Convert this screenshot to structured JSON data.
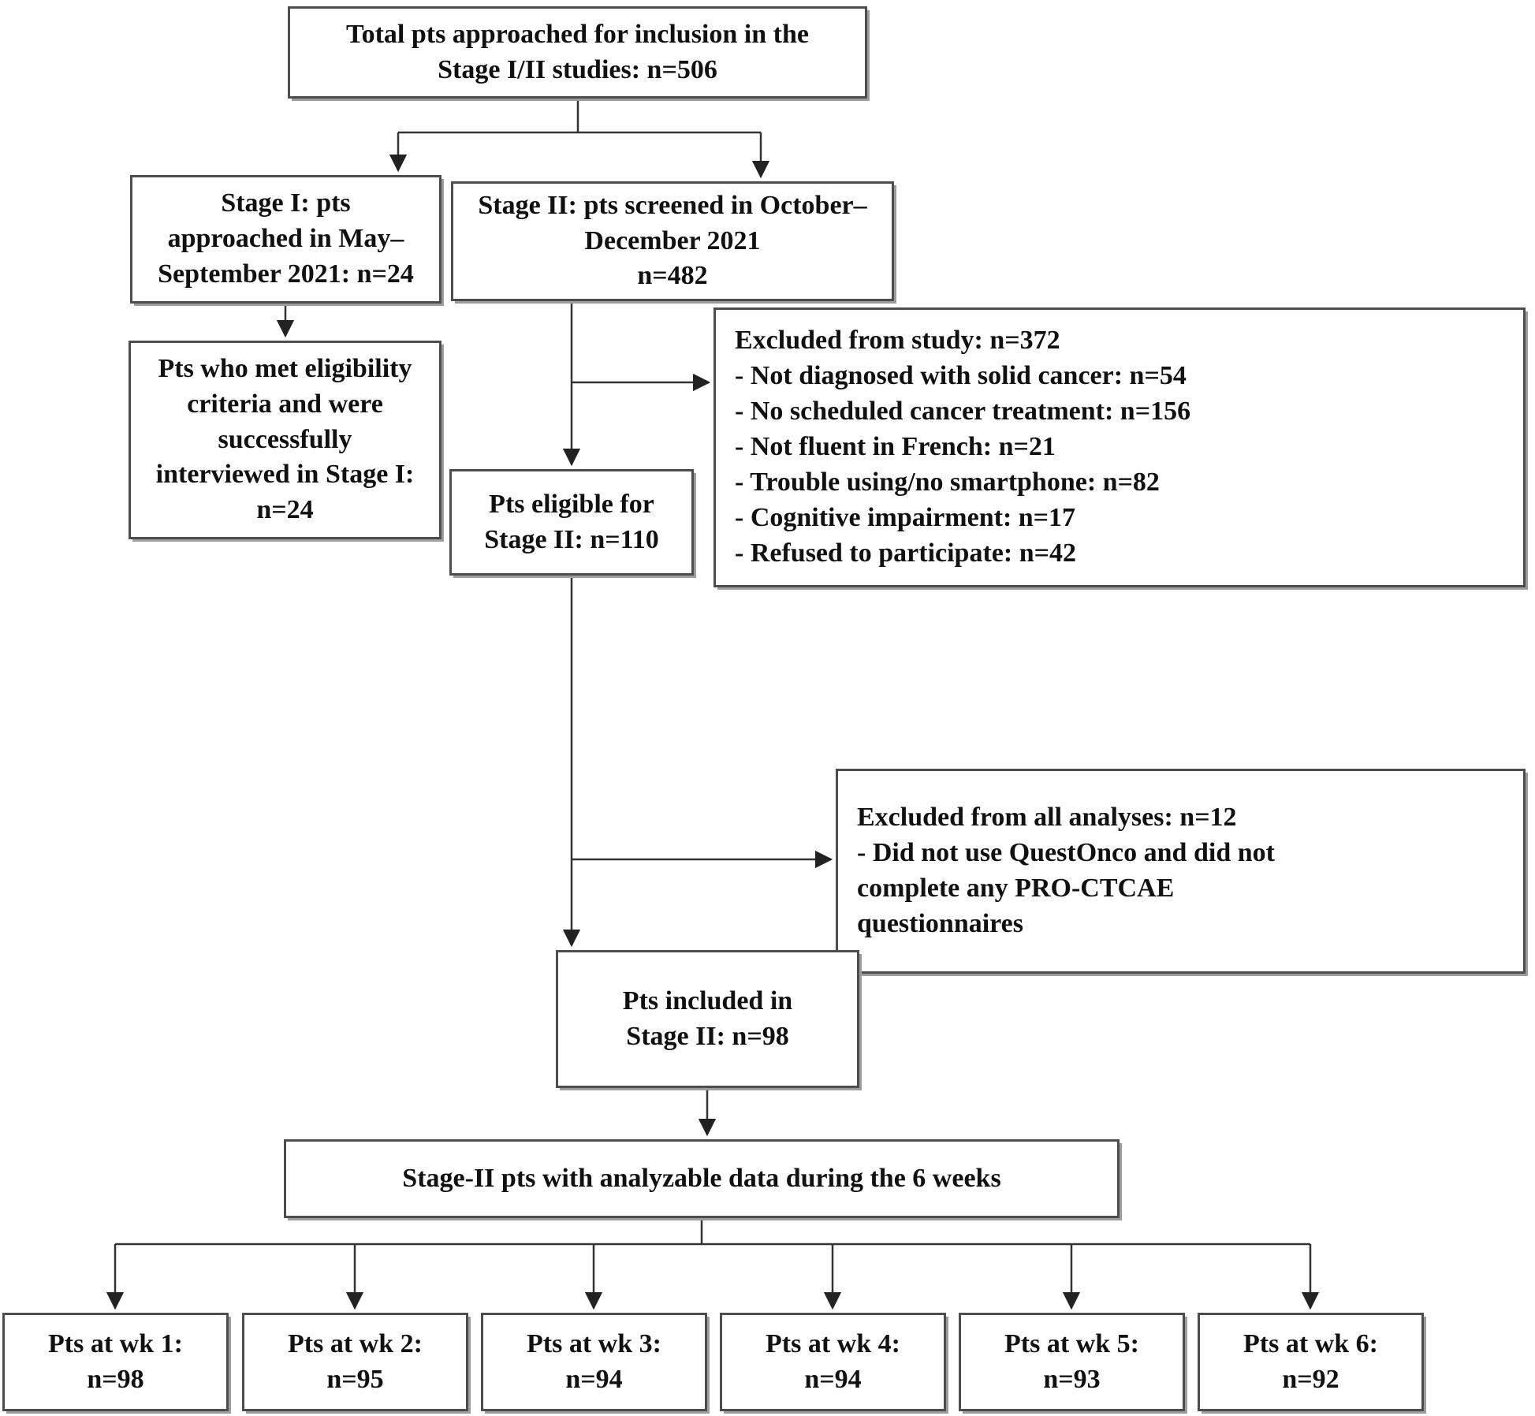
{
  "flowchart": {
    "total": {
      "lines": [
        "Total pts approached for inclusion in the",
        "Stage I/II studies: n=506"
      ]
    },
    "stage1": {
      "lines": [
        "Stage I: pts",
        "approached in May–",
        "September 2021: n=24"
      ]
    },
    "stage2": {
      "lines": [
        "Stage II: pts screened in October–",
        "December 2021",
        "n=482"
      ]
    },
    "met_eligibility": {
      "lines": [
        "Pts who met eligibility",
        "criteria and were",
        "successfully",
        "interviewed in Stage I:",
        "n=24"
      ]
    },
    "excluded_study": {
      "lines": [
        "Excluded from study: n=372",
        "- Not diagnosed with solid cancer: n=54",
        "- No scheduled cancer treatment: n=156",
        "- Not fluent in French: n=21",
        "- Trouble using/no smartphone: n=82",
        "- Cognitive impairment: n=17",
        "- Refused to participate: n=42"
      ]
    },
    "eligible_stage2": {
      "lines": [
        "Pts eligible for",
        "Stage II: n=110"
      ]
    },
    "excluded_analyses": {
      "lines": [
        "Excluded from all analyses: n=12",
        "- Did not use QuestOnco and did not",
        "complete any PRO-CTCAE",
        "questionnaires"
      ]
    },
    "included_stage2": {
      "lines": [
        "Pts included in",
        "Stage II: n=98"
      ]
    },
    "analyzable": {
      "lines": [
        "Stage-II pts with analyzable data during the 6 weeks"
      ]
    },
    "weeks": [
      {
        "lines": [
          "Pts at wk 1:",
          "n=98"
        ]
      },
      {
        "lines": [
          "Pts at wk 2:",
          "n=95"
        ]
      },
      {
        "lines": [
          "Pts at wk 3:",
          "n=94"
        ]
      },
      {
        "lines": [
          "Pts at wk 4:",
          "n=94"
        ]
      },
      {
        "lines": [
          "Pts at wk 5:",
          "n=93"
        ]
      },
      {
        "lines": [
          "Pts at wk 6:",
          "n=92"
        ]
      }
    ],
    "line_color": "#333333",
    "border_color": "#4d4d4d"
  }
}
